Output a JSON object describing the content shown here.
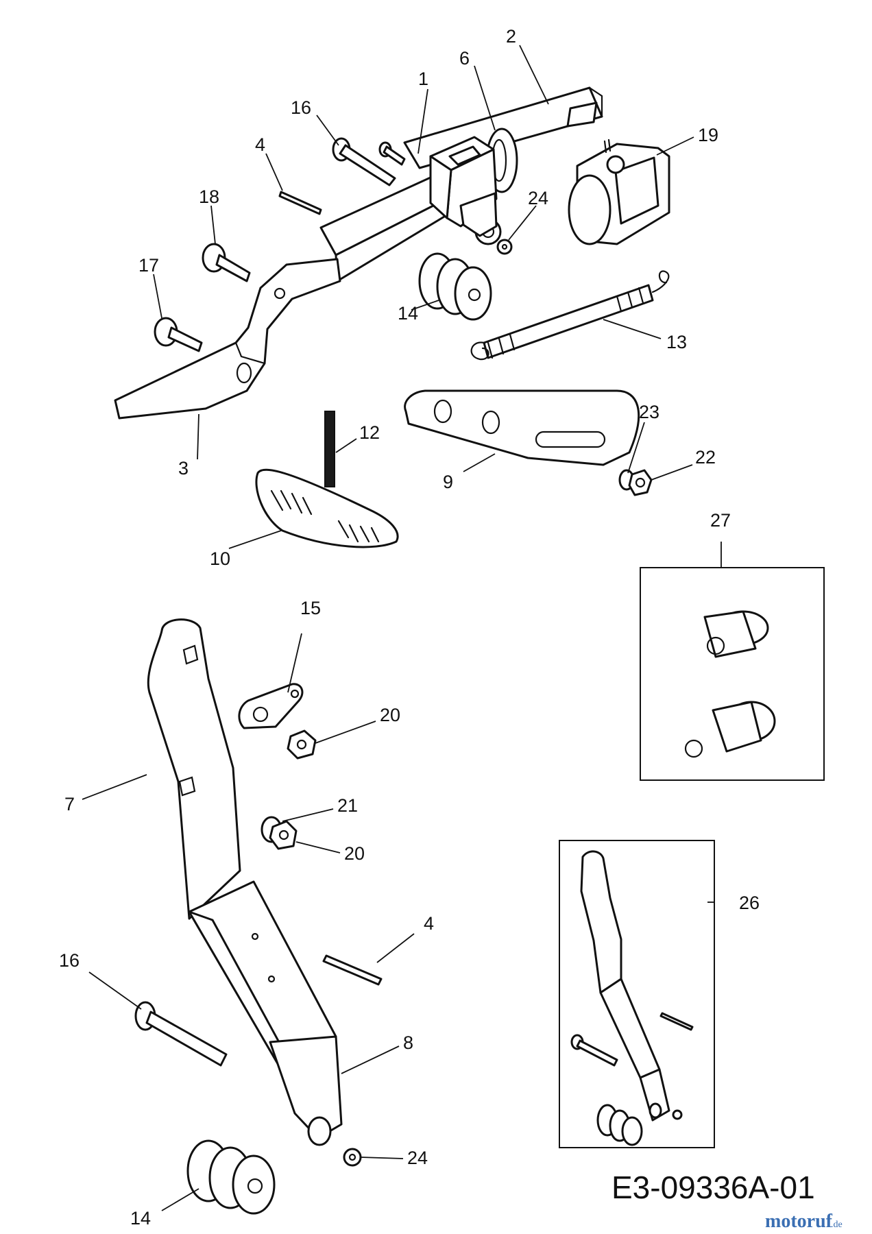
{
  "callouts": {
    "c1": "1",
    "c2": "2",
    "c3": "3",
    "c4a": "4",
    "c4b": "4",
    "c6": "6",
    "c7": "7",
    "c8": "8",
    "c9": "9",
    "c10": "10",
    "c12": "12",
    "c13": "13",
    "c14a": "14",
    "c14b": "14",
    "c15": "15",
    "c16a": "16",
    "c16b": "16",
    "c17": "17",
    "c18": "18",
    "c19": "19",
    "c20a": "20",
    "c20b": "20",
    "c21": "21",
    "c22": "22",
    "c23": "23",
    "c24a": "24",
    "c24b": "24",
    "c26": "26",
    "c27": "27"
  },
  "drawing_code": "E3-09336A-01",
  "watermark": {
    "brand": "motoruf",
    "tld": ".de"
  }
}
